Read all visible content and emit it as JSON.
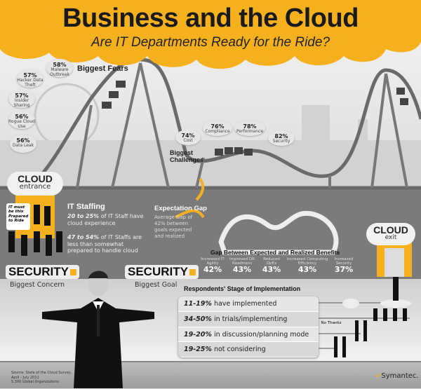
{
  "header": {
    "title": "Business and the Cloud",
    "subtitle": "Are IT Departments Ready for the Ride?"
  },
  "fears": {
    "title": "Biggest Fears",
    "items": [
      {
        "pct": "58%",
        "label": "Malware Outbreak",
        "icon": "hazard-icon"
      },
      {
        "pct": "57%",
        "label": "Hacker Data Theft",
        "icon": "skull-icon"
      },
      {
        "pct": "57%",
        "label": "Insider Sharing",
        "icon": "chat-icon"
      },
      {
        "pct": "56%",
        "label": "Rogue Cloud Use",
        "icon": "angry-face-icon"
      },
      {
        "pct": "56%",
        "label": "Data Leak",
        "icon": "leak-icon"
      }
    ]
  },
  "challenges": {
    "title": "Biggest Challenges",
    "items": [
      {
        "pct": "74%",
        "label": "Cost",
        "icon": "dollar-icon"
      },
      {
        "pct": "76%",
        "label": "Compliance",
        "icon": "checkbox-icon"
      },
      {
        "pct": "78%",
        "label": "Performance",
        "icon": "gauge-icon"
      },
      {
        "pct": "82%",
        "label": "Security",
        "icon": "lock-icon"
      }
    ]
  },
  "entrance": {
    "big": "CLOUD",
    "small": "entrance",
    "sign": "IT must be this Prepared to Ride"
  },
  "exit": {
    "big": "CLOUD",
    "small": "exit"
  },
  "staffing": {
    "title": "IT Staffing",
    "p1_bold": "20 to 25%",
    "p1_rest": "of IT Staff have cloud experience",
    "p2_bold": "47 to 54%",
    "p2_rest": "of IT Staffs are less than somewhat prepared to handle cloud"
  },
  "expectation": {
    "title": "Expectation Gap",
    "text": "Average Gap of 42% between goals expected and realized"
  },
  "benefits": {
    "title": "Gap Between Expected and Realized Benefits",
    "items": [
      {
        "label": "Increased IT Agility",
        "value": "42%"
      },
      {
        "label": "Improved DR Readiness",
        "value": "43%"
      },
      {
        "label": "Reduced OpEx",
        "value": "43%"
      },
      {
        "label": "Increased Computing Efficiency",
        "value": "43%"
      },
      {
        "label": "Increased Security",
        "value": "37%"
      }
    ]
  },
  "security": {
    "concern_word": "SECURITY",
    "concern_label": "Biggest Concern",
    "goal_word": "SECURITY",
    "goal_label": "Biggest Goal"
  },
  "stages": {
    "title": "Respondents' Stage of Implementation",
    "items": [
      {
        "pct": "11-19%",
        "text": "have implemented"
      },
      {
        "pct": "34-50%",
        "text": "in trials/implementing"
      },
      {
        "pct": "19-20%",
        "text": "in discussion/planning mode"
      },
      {
        "pct": "19-25%",
        "text": "not considering"
      }
    ],
    "no_thanks": "No Thanks"
  },
  "footer": {
    "source_line1": "Source: State of the Cloud Survey,",
    "source_line2": "April - July 2011",
    "source_line3": "5,300 Global Organizations",
    "brand": "Symantec."
  },
  "colors": {
    "accent": "#f5b01e",
    "band": "#7b7b7b",
    "text": "#1a1a1a"
  }
}
